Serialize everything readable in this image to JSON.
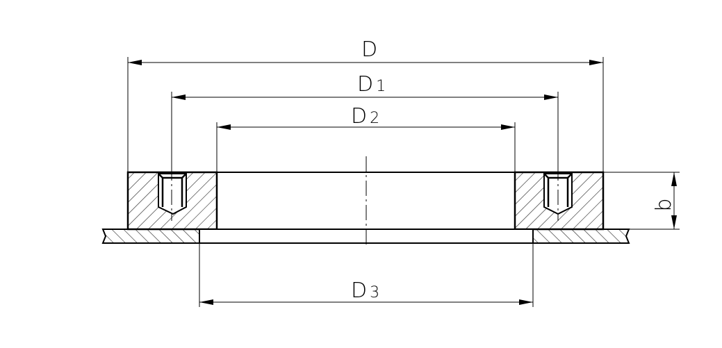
{
  "dimensions": {
    "D": {
      "main": "D",
      "sub": ""
    },
    "D1": {
      "main": "D",
      "sub": "1"
    },
    "D2": {
      "main": "D",
      "sub": "2"
    },
    "D3": {
      "main": "D",
      "sub": "3"
    },
    "b": {
      "main": "b"
    }
  },
  "colors": {
    "line": "#000000",
    "background": "#ffffff"
  }
}
